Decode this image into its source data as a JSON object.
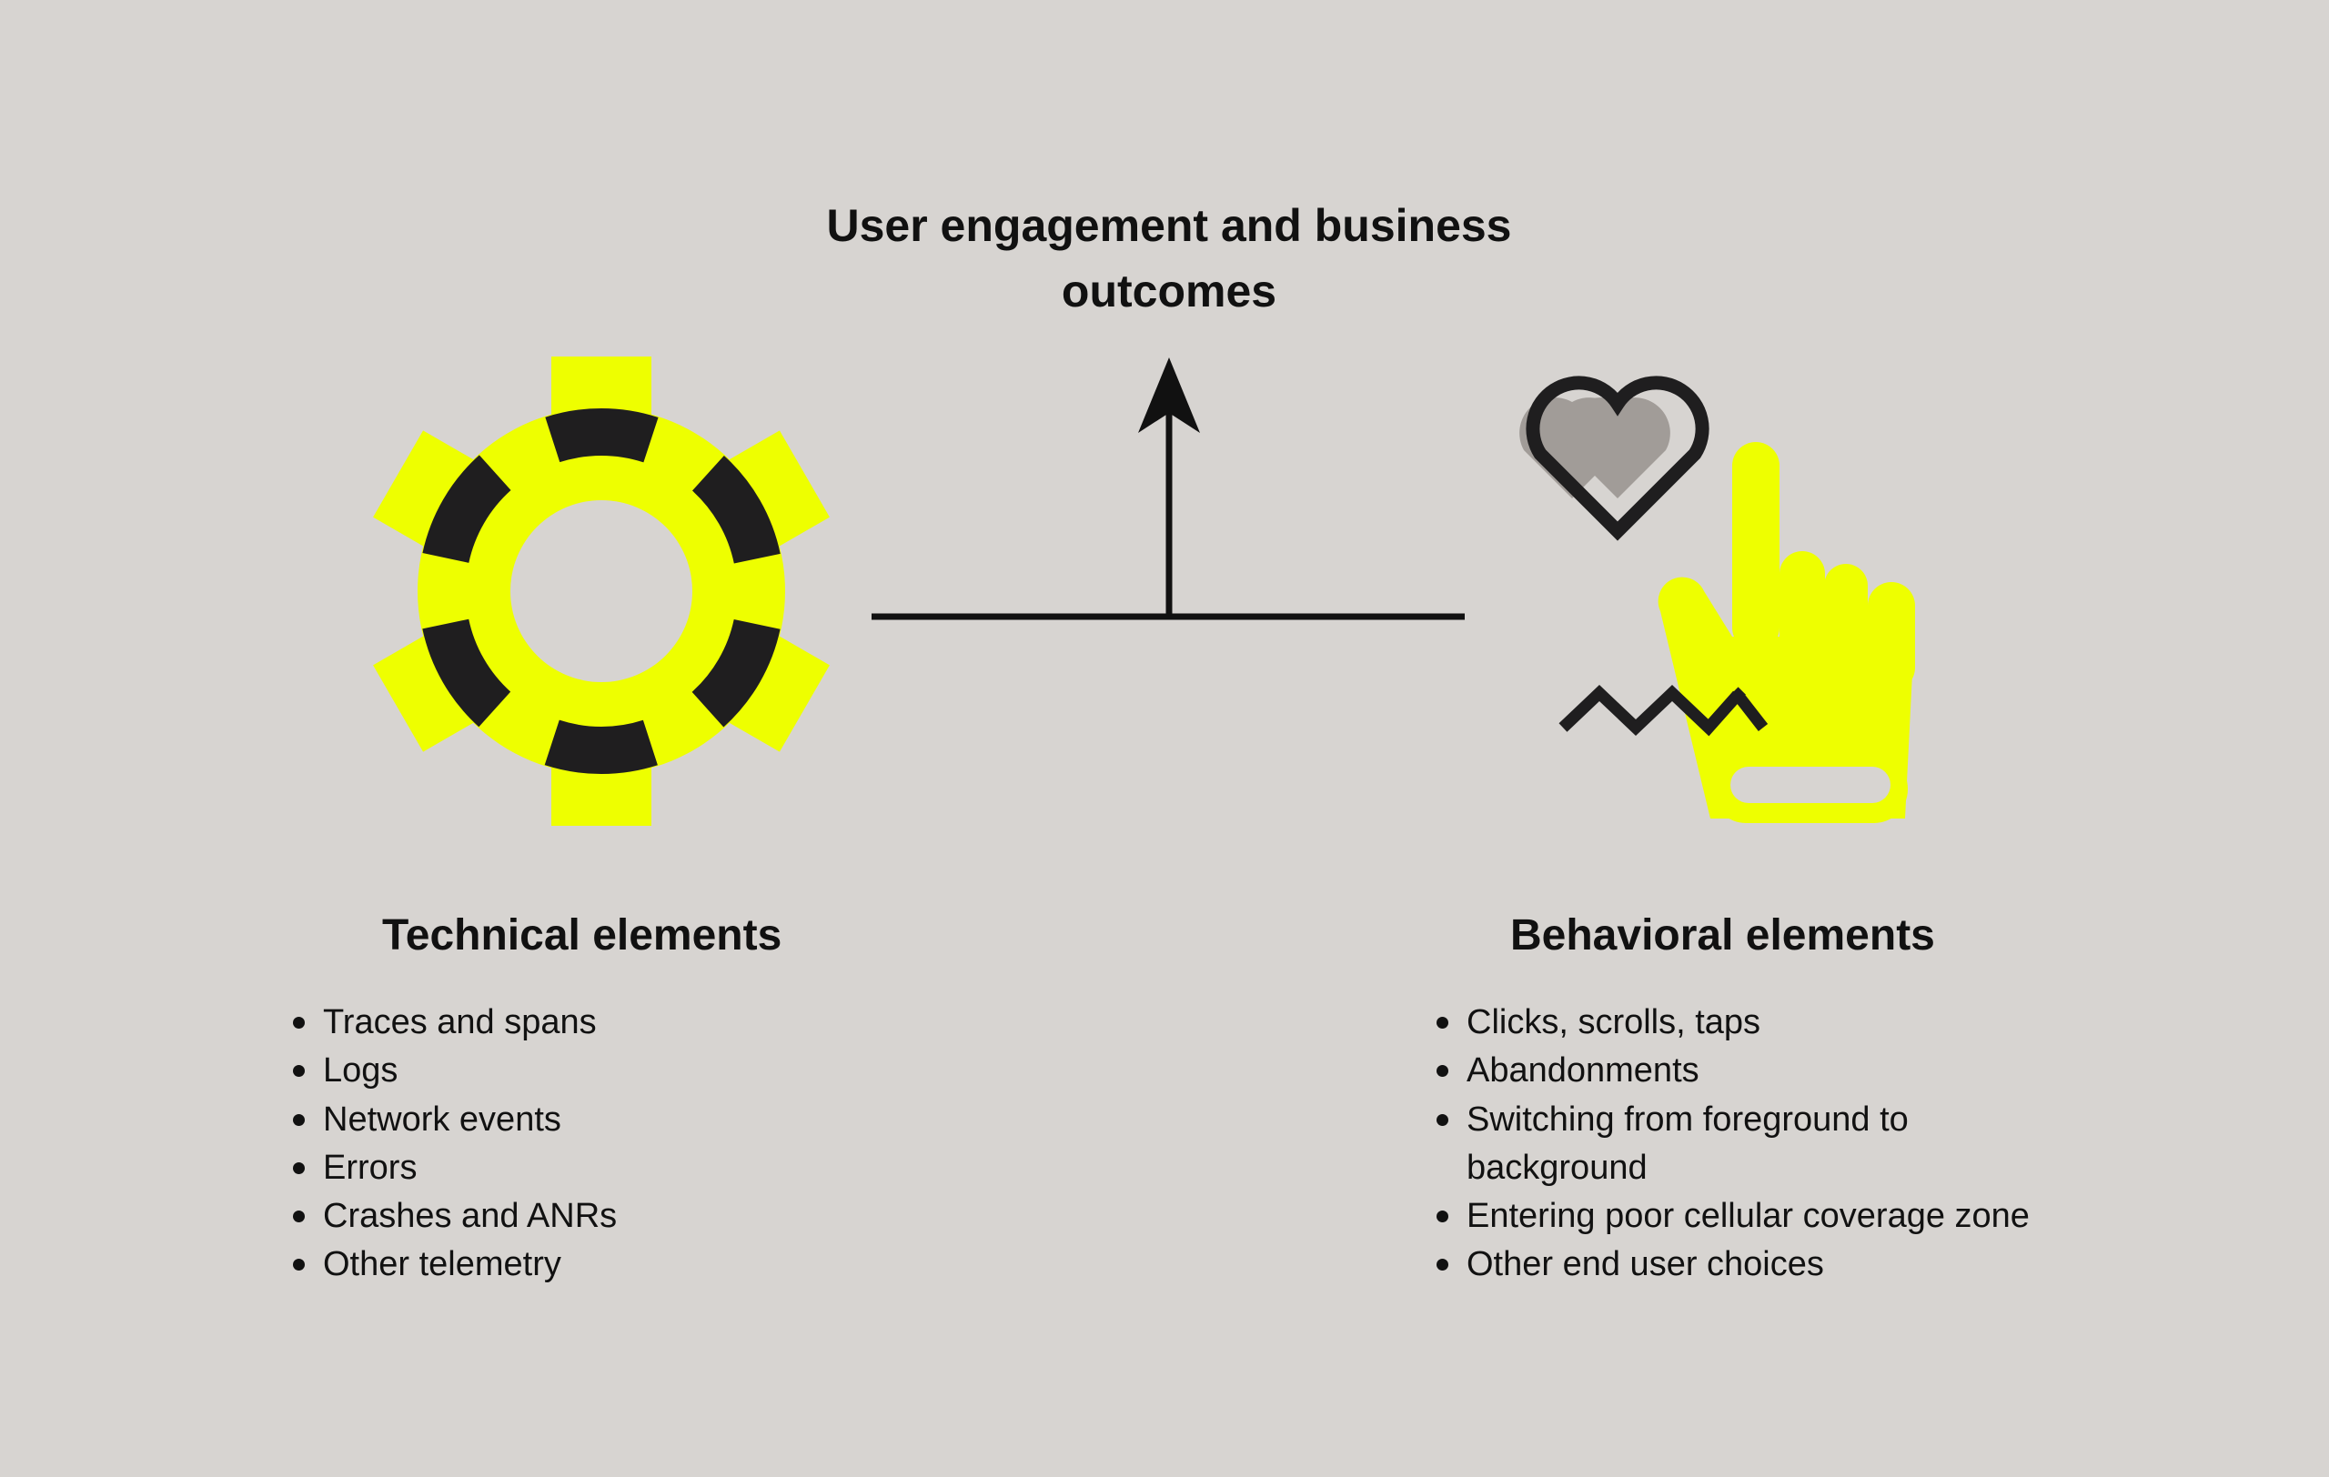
{
  "title": "User engagement and business outcomes",
  "technical": {
    "heading": "Technical elements",
    "items": [
      "Traces and spans",
      "Logs",
      "Network events",
      "Errors",
      "Crashes and ANRs",
      "Other telemetry"
    ]
  },
  "behavioral": {
    "heading": "Behavioral elements",
    "items": [
      "Clicks, scrolls, taps",
      "Abandonments",
      "Switching from foreground to background",
      "Entering poor cellular coverage zone",
      "Other end user choices"
    ]
  },
  "icons": {
    "technical": "gear-icon",
    "behavioral": "pointing-hand-icon",
    "heart": "heart-icon",
    "squiggle": "zigzag-icon",
    "connector": "upward-arrow-icon"
  },
  "colors": {
    "background": "#d7d4d1",
    "accent": "#eeff00",
    "ink": "#1f1e1f",
    "heart_shadow": "#a19c98"
  }
}
